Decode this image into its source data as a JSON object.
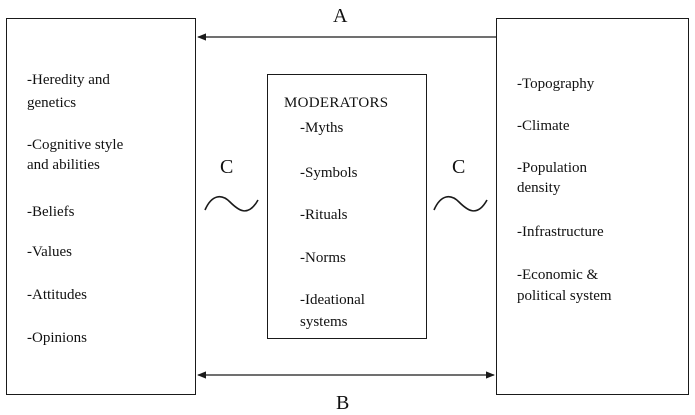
{
  "labels": {
    "a": "A",
    "b": "B",
    "c_left": "C",
    "c_right": "C"
  },
  "left_box": {
    "items": [
      "-Heredity and",
      "genetics",
      "-Cognitive style",
      "and abilities",
      "-Beliefs",
      "-Values",
      "-Attitudes",
      "-Opinions"
    ]
  },
  "center_box": {
    "title": "MODERATORS",
    "items": [
      "-Myths",
      "-Symbols",
      "-Rituals",
      "-Norms",
      "-Ideational",
      "systems"
    ]
  },
  "right_box": {
    "items": [
      "-Topography",
      "-Climate",
      "-Population",
      "density",
      "-Infrastructure",
      "-Economic &",
      "political system"
    ]
  }
}
